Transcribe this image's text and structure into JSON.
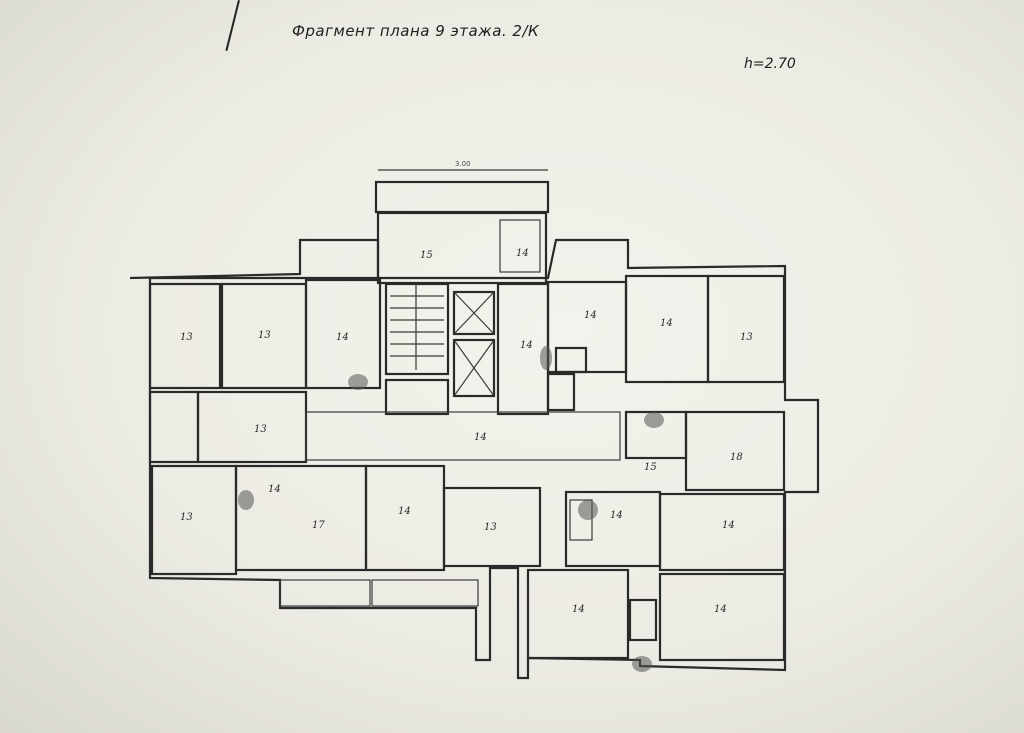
{
  "header": {
    "title": "Фрагмент плана 9 этажа. 2/К",
    "height": "h=2.70"
  },
  "plan": {
    "top_dim": "3.00",
    "room_labels": [
      "13",
      "13",
      "14",
      "15",
      "14",
      "14",
      "13",
      "14",
      "13",
      "17",
      "14",
      "13",
      "14",
      "14",
      "13",
      "18",
      "14",
      "14",
      "14",
      "14",
      "15",
      "14"
    ]
  }
}
